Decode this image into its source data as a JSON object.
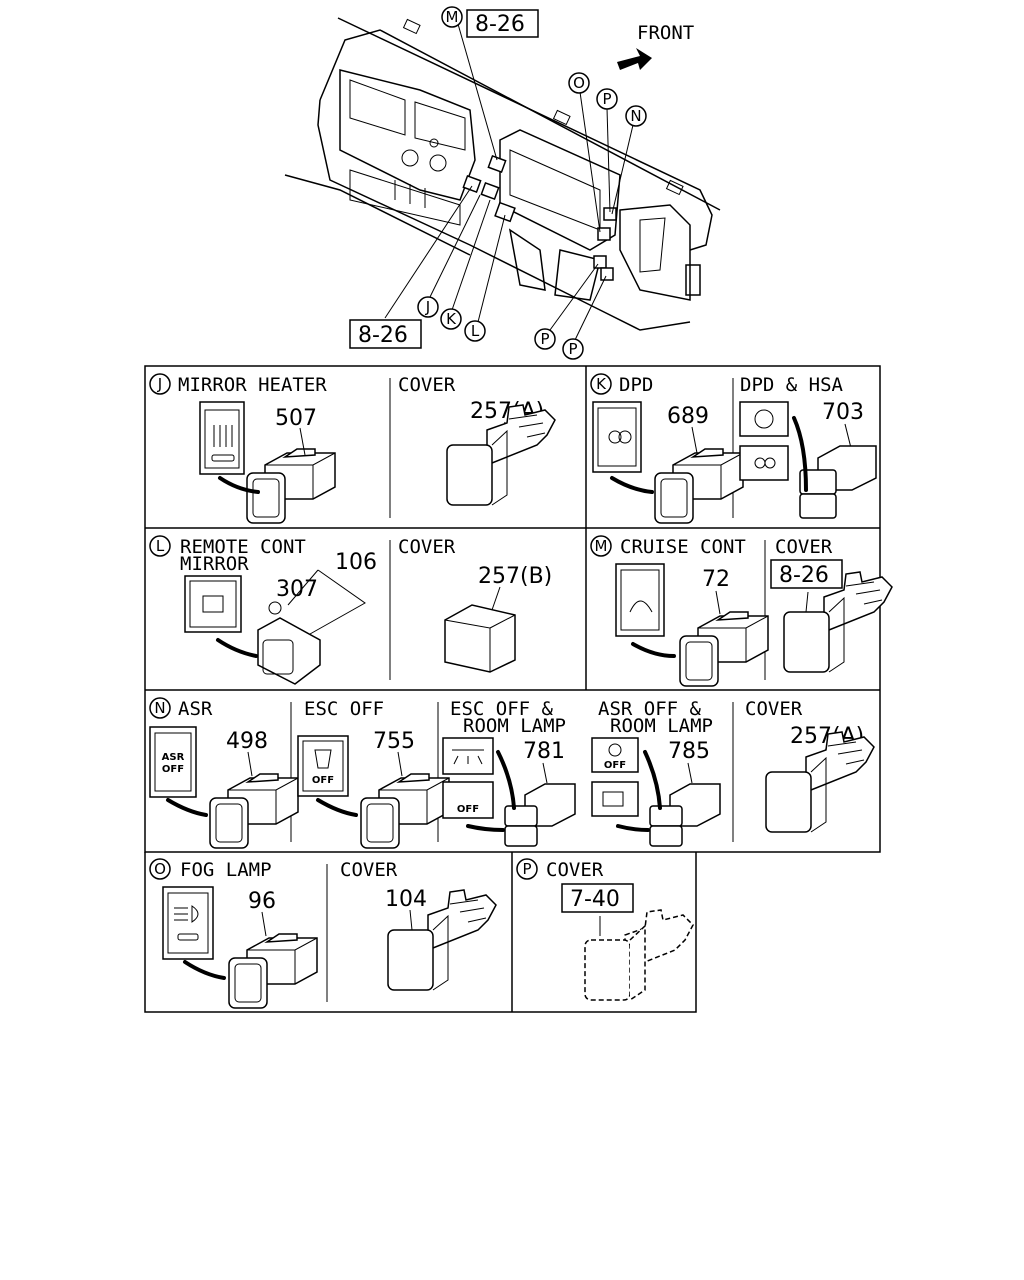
{
  "overview": {
    "front_label": "FRONT",
    "ref_top": "8-26",
    "ref_bottom": "8-26",
    "callouts": [
      "M",
      "O",
      "P",
      "N",
      "J",
      "K",
      "L",
      "P",
      "P"
    ]
  },
  "panels": {
    "J": {
      "letter": "J",
      "title": "MIRROR HEATER",
      "part": "507"
    },
    "J_cover": {
      "title": "COVER",
      "part": "257(A)"
    },
    "K": {
      "letter": "K",
      "title": "DPD",
      "part": "689"
    },
    "K_hsa": {
      "title": "DPD & HSA",
      "part": "703"
    },
    "L": {
      "letter": "L",
      "title_line1": "REMOTE CONT",
      "title_line2": "MIRROR",
      "part1": "106",
      "part2": "307"
    },
    "L_cover": {
      "title": "COVER",
      "part": "257(B)"
    },
    "M": {
      "letter": "M",
      "title": "CRUISE CONT",
      "part": "72"
    },
    "M_cover": {
      "title": "COVER",
      "ref": "8-26"
    },
    "N": {
      "letter": "N",
      "title": "ASR",
      "part": "498",
      "badge_line1": "ASR",
      "badge_line2": "OFF"
    },
    "N_esc": {
      "title": "ESC OFF",
      "part": "755",
      "badge": "OFF"
    },
    "N_esc_room": {
      "title_line1": "ESC OFF &",
      "title_line2": "ROOM LAMP",
      "part": "781",
      "badge": "OFF"
    },
    "N_asr_room": {
      "title_line1": "ASR OFF &",
      "title_line2": "ROOM LAMP",
      "part": "785",
      "badge": "OFF"
    },
    "N_cover": {
      "title": "COVER",
      "part": "257(A)"
    },
    "O": {
      "letter": "O",
      "title": "FOG LAMP",
      "part": "96"
    },
    "O_cover": {
      "title": "COVER",
      "part": "104"
    },
    "P": {
      "letter": "P",
      "title": "COVER",
      "ref": "7-40"
    }
  }
}
